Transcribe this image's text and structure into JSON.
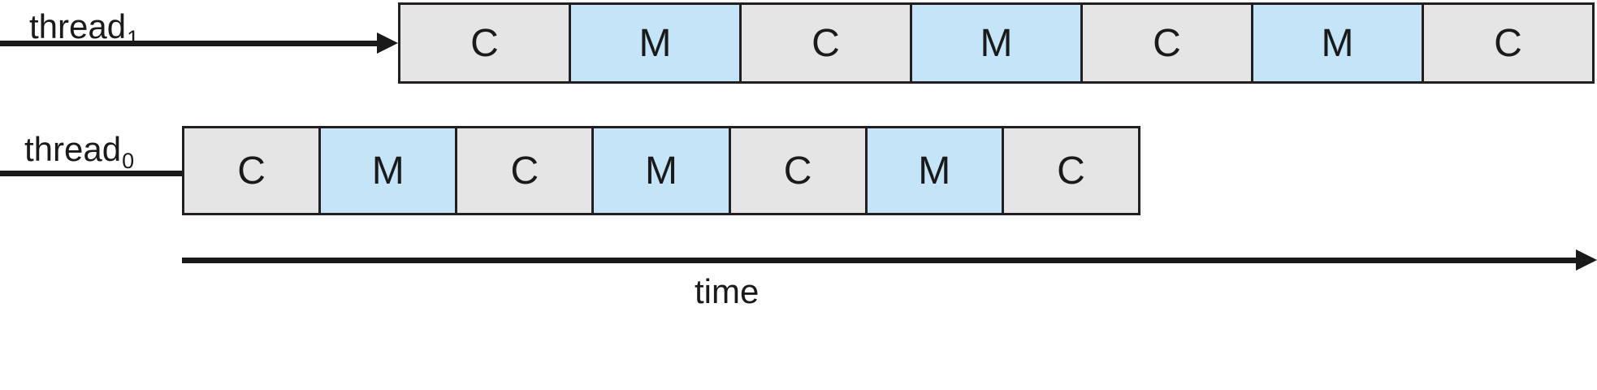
{
  "figure": {
    "background_color": "#ffffff",
    "stroke_color": "#231f20",
    "compute_color": "#e5e5e5",
    "memory_color": "#c3e5f7"
  },
  "rows": [
    {
      "id": "thread1",
      "label_base": "thread",
      "label_sub": "1",
      "arrow_name": "thread1-entry-arrow",
      "cells": [
        {
          "label": "C",
          "kind": "compute"
        },
        {
          "label": "M",
          "kind": "memory"
        },
        {
          "label": "C",
          "kind": "compute"
        },
        {
          "label": "M",
          "kind": "memory"
        },
        {
          "label": "C",
          "kind": "compute"
        },
        {
          "label": "M",
          "kind": "memory"
        },
        {
          "label": "C",
          "kind": "compute"
        }
      ]
    },
    {
      "id": "thread0",
      "label_base": "thread",
      "label_sub": "0",
      "arrow_name": "thread0-entry-arrow",
      "cells": [
        {
          "label": "C",
          "kind": "compute"
        },
        {
          "label": "M",
          "kind": "memory"
        },
        {
          "label": "C",
          "kind": "compute"
        },
        {
          "label": "M",
          "kind": "memory"
        },
        {
          "label": "C",
          "kind": "compute"
        },
        {
          "label": "M",
          "kind": "memory"
        },
        {
          "label": "C",
          "kind": "compute"
        }
      ]
    }
  ],
  "axis": {
    "label": "time"
  }
}
